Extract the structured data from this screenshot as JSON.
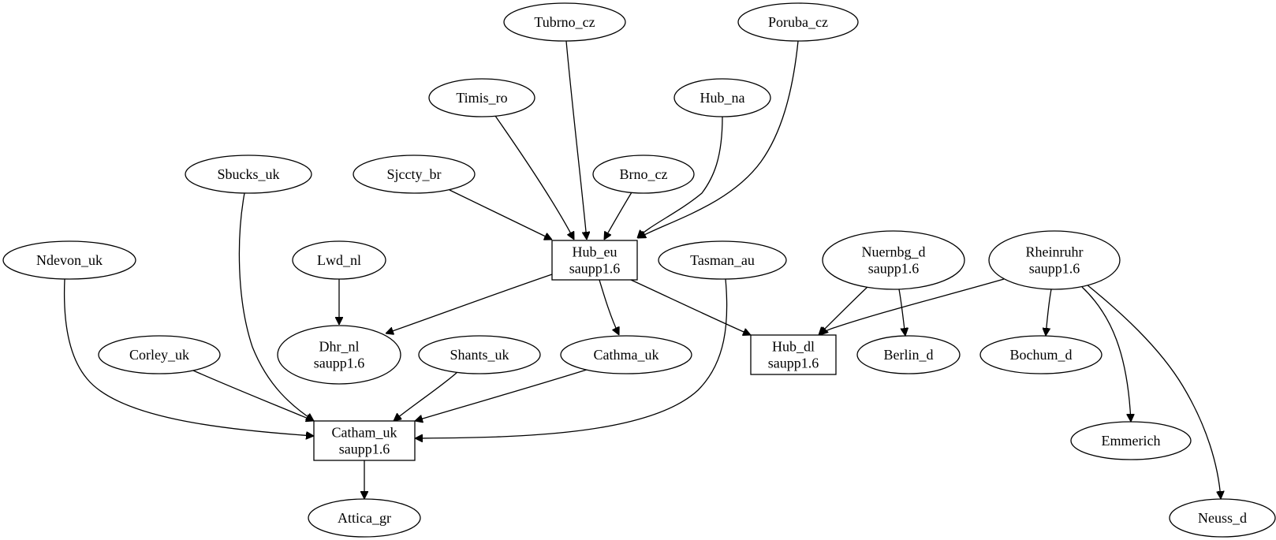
{
  "diagram": {
    "nodes": [
      {
        "id": "tubrno_cz",
        "lines": [
          "Tubrno_cz"
        ],
        "shape": "ellipse"
      },
      {
        "id": "poruba_cz",
        "lines": [
          "Poruba_cz"
        ],
        "shape": "ellipse"
      },
      {
        "id": "timis_ro",
        "lines": [
          "Timis_ro"
        ],
        "shape": "ellipse"
      },
      {
        "id": "hub_na",
        "lines": [
          "Hub_na"
        ],
        "shape": "ellipse"
      },
      {
        "id": "sbucks_uk",
        "lines": [
          "Sbucks_uk"
        ],
        "shape": "ellipse"
      },
      {
        "id": "sjccty_br",
        "lines": [
          "Sjccty_br"
        ],
        "shape": "ellipse"
      },
      {
        "id": "brno_cz",
        "lines": [
          "Brno_cz"
        ],
        "shape": "ellipse"
      },
      {
        "id": "ndevon_uk",
        "lines": [
          "Ndevon_uk"
        ],
        "shape": "ellipse"
      },
      {
        "id": "lwd_nl",
        "lines": [
          "Lwd_nl"
        ],
        "shape": "ellipse"
      },
      {
        "id": "hub_eu",
        "lines": [
          "Hub_eu",
          "saupp1.6"
        ],
        "shape": "box"
      },
      {
        "id": "tasman_au",
        "lines": [
          "Tasman_au"
        ],
        "shape": "ellipse"
      },
      {
        "id": "nuernbg_d",
        "lines": [
          "Nuernbg_d",
          "saupp1.6"
        ],
        "shape": "ellipse"
      },
      {
        "id": "rheinruhr",
        "lines": [
          "Rheinruhr",
          "saupp1.6"
        ],
        "shape": "ellipse"
      },
      {
        "id": "corley_uk",
        "lines": [
          "Corley_uk"
        ],
        "shape": "ellipse"
      },
      {
        "id": "dhr_nl",
        "lines": [
          "Dhr_nl",
          "saupp1.6"
        ],
        "shape": "ellipse"
      },
      {
        "id": "shants_uk",
        "lines": [
          "Shants_uk"
        ],
        "shape": "ellipse"
      },
      {
        "id": "cathma_uk",
        "lines": [
          "Cathma_uk"
        ],
        "shape": "ellipse"
      },
      {
        "id": "hub_dl",
        "lines": [
          "Hub_dl",
          "saupp1.6"
        ],
        "shape": "box"
      },
      {
        "id": "berlin_d",
        "lines": [
          "Berlin_d"
        ],
        "shape": "ellipse"
      },
      {
        "id": "bochum_d",
        "lines": [
          "Bochum_d"
        ],
        "shape": "ellipse"
      },
      {
        "id": "catham_uk",
        "lines": [
          "Catham_uk",
          "saupp1.6"
        ],
        "shape": "box"
      },
      {
        "id": "emmerich",
        "lines": [
          "Emmerich"
        ],
        "shape": "ellipse"
      },
      {
        "id": "attica_gr",
        "lines": [
          "Attica_gr"
        ],
        "shape": "ellipse"
      },
      {
        "id": "neuss_d",
        "lines": [
          "Neuss_d"
        ],
        "shape": "ellipse"
      }
    ],
    "edges": [
      {
        "from": "tubrno_cz",
        "to": "hub_eu"
      },
      {
        "from": "poruba_cz",
        "to": "hub_eu"
      },
      {
        "from": "timis_ro",
        "to": "hub_eu"
      },
      {
        "from": "hub_na",
        "to": "hub_eu"
      },
      {
        "from": "sjccty_br",
        "to": "hub_eu"
      },
      {
        "from": "brno_cz",
        "to": "hub_eu"
      },
      {
        "from": "hub_eu",
        "to": "dhr_nl"
      },
      {
        "from": "hub_eu",
        "to": "cathma_uk"
      },
      {
        "from": "hub_eu",
        "to": "hub_dl"
      },
      {
        "from": "lwd_nl",
        "to": "dhr_nl"
      },
      {
        "from": "sbucks_uk",
        "to": "catham_uk"
      },
      {
        "from": "ndevon_uk",
        "to": "catham_uk"
      },
      {
        "from": "corley_uk",
        "to": "catham_uk"
      },
      {
        "from": "shants_uk",
        "to": "catham_uk"
      },
      {
        "from": "cathma_uk",
        "to": "catham_uk"
      },
      {
        "from": "tasman_au",
        "to": "catham_uk"
      },
      {
        "from": "catham_uk",
        "to": "attica_gr"
      },
      {
        "from": "nuernbg_d",
        "to": "hub_dl"
      },
      {
        "from": "nuernbg_d",
        "to": "berlin_d"
      },
      {
        "from": "rheinruhr",
        "to": "hub_dl"
      },
      {
        "from": "rheinruhr",
        "to": "bochum_d"
      },
      {
        "from": "rheinruhr",
        "to": "emmerich"
      },
      {
        "from": "rheinruhr",
        "to": "neuss_d"
      }
    ]
  }
}
